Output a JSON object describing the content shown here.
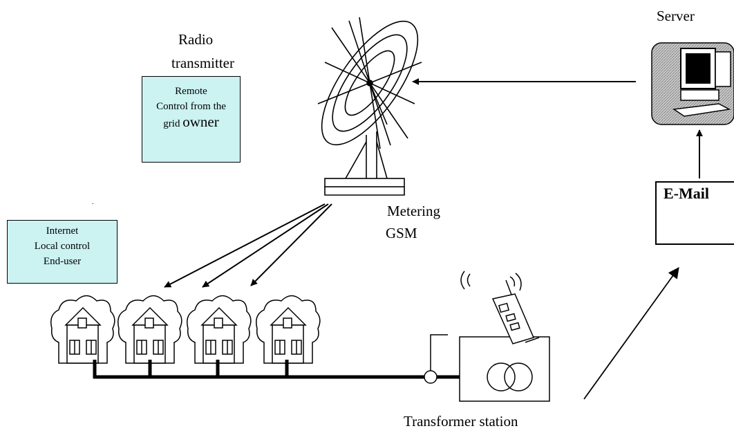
{
  "labels": {
    "server": "Server",
    "radio_transmitter_line1": "Radio",
    "radio_transmitter_line2": "transmitter",
    "metering_line1": "Metering",
    "metering_line2": "GSM",
    "transformer_station": "Transformer station",
    "email": "E-Mail",
    "dot": "."
  },
  "boxes": {
    "remote": {
      "line1": "Remote",
      "line2": "Control from the",
      "line3_small": "grid",
      "line3_large": "owner"
    },
    "internet": {
      "line1": "Internet",
      "line2": "Local control",
      "line3": "End-user"
    }
  },
  "colors": {
    "box_fill": "#ccf2f2",
    "server_panel": "#bdbdbd",
    "line": "#000000"
  },
  "icons": [
    "satellite-dish-icon",
    "computer-icon",
    "mobile-phone-icon",
    "transformer-icon",
    "house-icon"
  ]
}
